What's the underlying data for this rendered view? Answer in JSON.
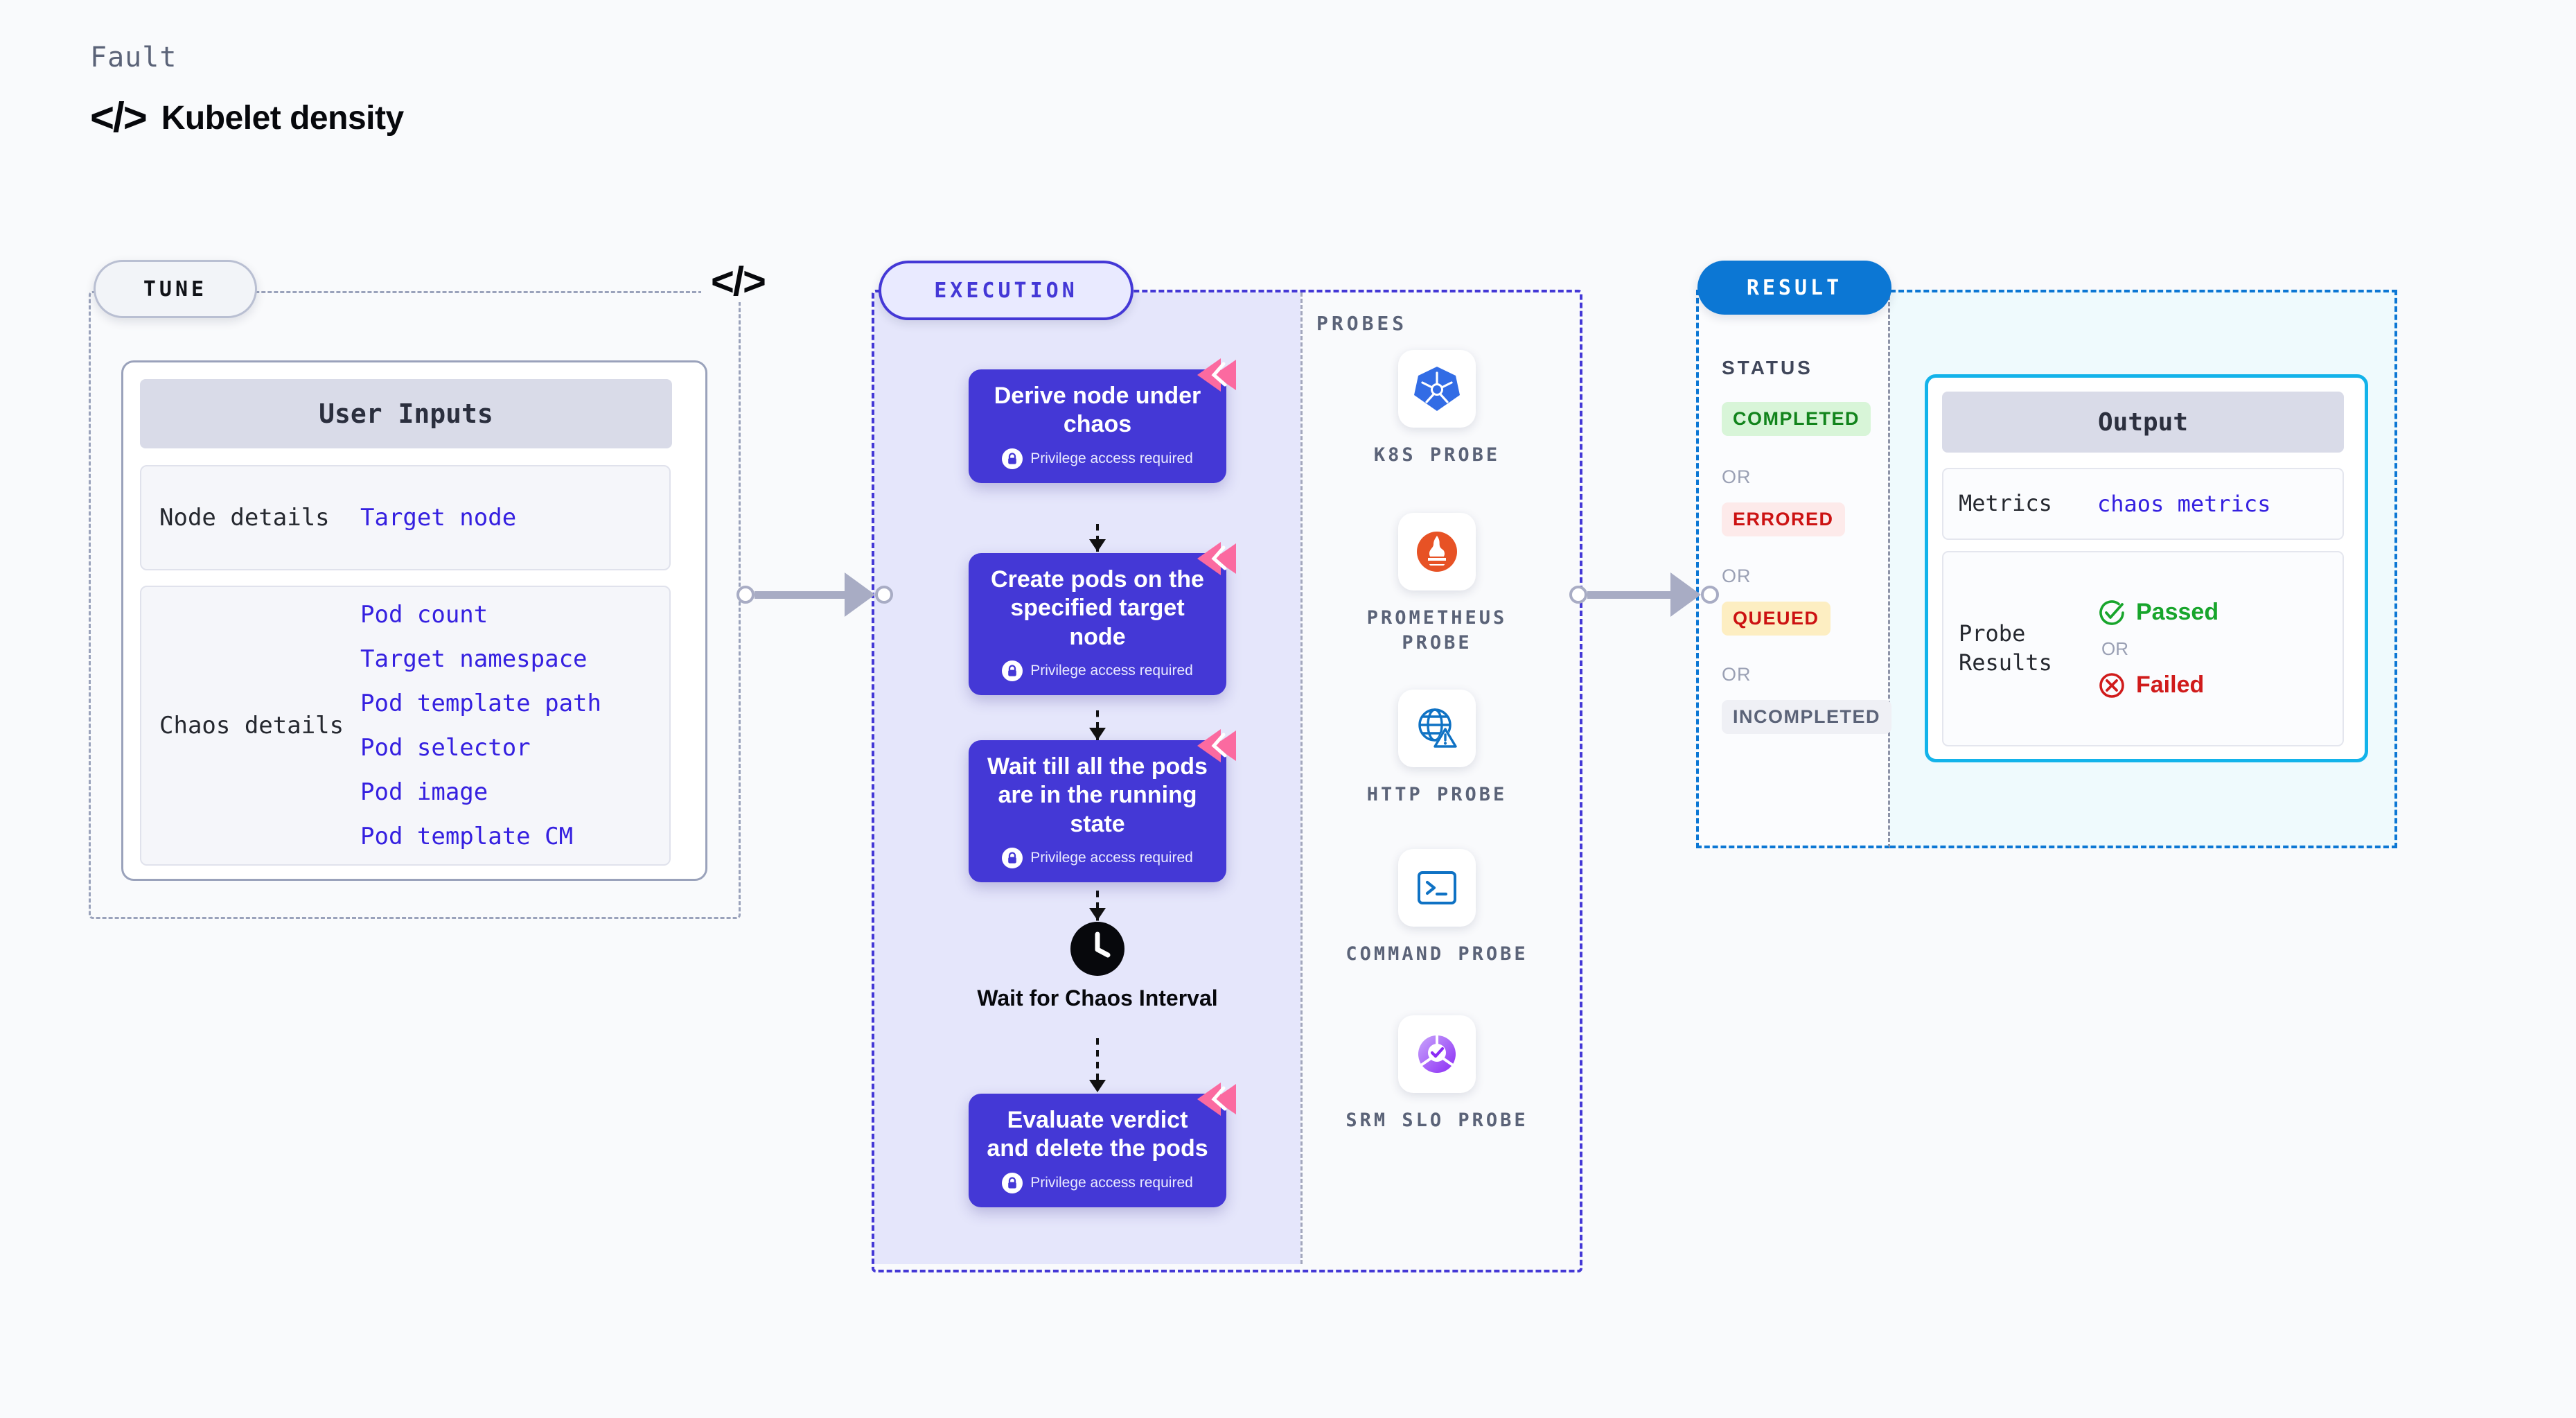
{
  "header": {
    "eyebrow": "Fault",
    "icon": "code-brackets-icon",
    "title": "Kubelet density",
    "code_glyph": "</>"
  },
  "tune": {
    "pill_label": "TUNE",
    "card_title": "User Inputs",
    "rows": [
      {
        "key": "Node details",
        "values": [
          "Target node"
        ]
      },
      {
        "key": "Chaos details",
        "values": [
          "Pod count",
          "Target namespace",
          "Pod template path",
          "Pod selector",
          "Pod image",
          "Pod template CM"
        ]
      }
    ]
  },
  "execution": {
    "pill_label": "EXECUTION",
    "privilege_note": "Privilege access required",
    "steps": [
      {
        "title": "Derive node under chaos",
        "privileged": true
      },
      {
        "title": "Create pods on the specified target node",
        "privileged": true
      },
      {
        "title": "Wait till all the pods are in the running state",
        "privileged": true
      }
    ],
    "wait": {
      "icon": "clock-icon",
      "label": "Wait for Chaos Interval"
    },
    "final_step": {
      "title": "Evaluate verdict and delete the pods",
      "privileged": true
    }
  },
  "probes": {
    "label": "PROBES",
    "items": [
      {
        "name": "K8S PROBE",
        "icon": "kubernetes-icon"
      },
      {
        "name": "PROMETHEUS PROBE",
        "icon": "prometheus-icon"
      },
      {
        "name": "HTTP PROBE",
        "icon": "globe-warning-icon"
      },
      {
        "name": "COMMAND PROBE",
        "icon": "terminal-icon"
      },
      {
        "name": "SRM SLO PROBE",
        "icon": "slo-donut-check-icon"
      }
    ]
  },
  "result": {
    "pill_label": "RESULT",
    "status_label": "STATUS",
    "or_label": "OR",
    "statuses": [
      {
        "label": "COMPLETED",
        "bg": "#d8f5d8",
        "fg": "#12841c"
      },
      {
        "label": "ERRORED",
        "bg": "#fdeaea",
        "fg": "#cc1212"
      },
      {
        "label": "QUEUED",
        "bg": "#fdeec2",
        "fg": "#cc1212"
      },
      {
        "label": "INCOMPLETED",
        "bg": "#eff0f5",
        "fg": "#5b6378"
      }
    ],
    "output": {
      "title": "Output",
      "metrics_key": "Metrics",
      "metrics_value": "chaos metrics",
      "probe_results_key": "Probe Results",
      "passed_label": "Passed",
      "failed_label": "Failed",
      "or_label": "OR"
    }
  },
  "colors": {
    "indigo": "#4438d6",
    "blue": "#0c77d4",
    "cyan": "#13b3ea",
    "link": "#3520e0",
    "pink": "#fb6aa0"
  }
}
